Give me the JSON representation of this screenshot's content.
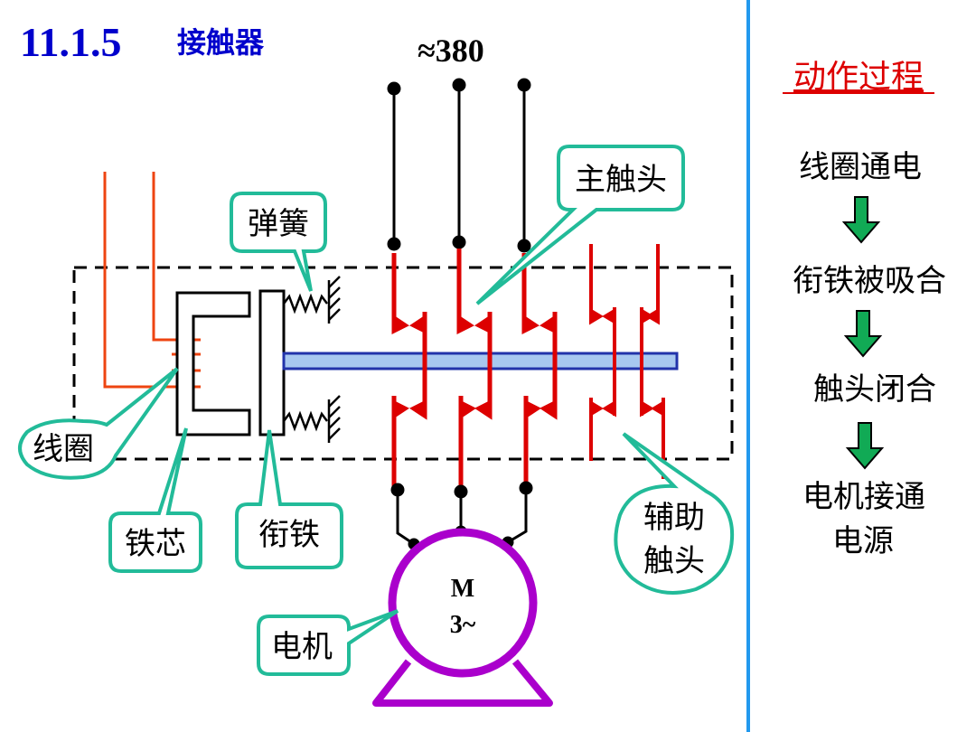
{
  "title": {
    "number": "11.1.5",
    "text": "接触器"
  },
  "supply": {
    "voltage": "≈380"
  },
  "labels": {
    "coil": "线圈",
    "core": "铁芯",
    "armature": "衔铁",
    "spring": "弹簧",
    "main_contact": "主触头",
    "aux_contact_line1": "辅助",
    "aux_contact_line2": "触头",
    "motor": "电机"
  },
  "motor": {
    "line1": "M",
    "line2": "3~"
  },
  "process": {
    "title": "动作过程",
    "steps": [
      "线圈通电",
      "衔铁被吸合",
      "触头闭合",
      "电机接通",
      "电源"
    ]
  },
  "colors": {
    "title": "#0000cc",
    "coil_wire": "#ee4411",
    "contact": "#dd0000",
    "rod_fill": "#a8c8f0",
    "rod_stroke": "#2233aa",
    "motor": "#aa00cc",
    "callout_stroke": "#22bb99",
    "arrow_fill": "#11aa55",
    "divider": "#2299ee",
    "process_title": "#dd0000"
  },
  "icons": {
    "step_arrow": "down-arrow-icon",
    "spring": "spring-icon",
    "motor": "motor-icon"
  }
}
